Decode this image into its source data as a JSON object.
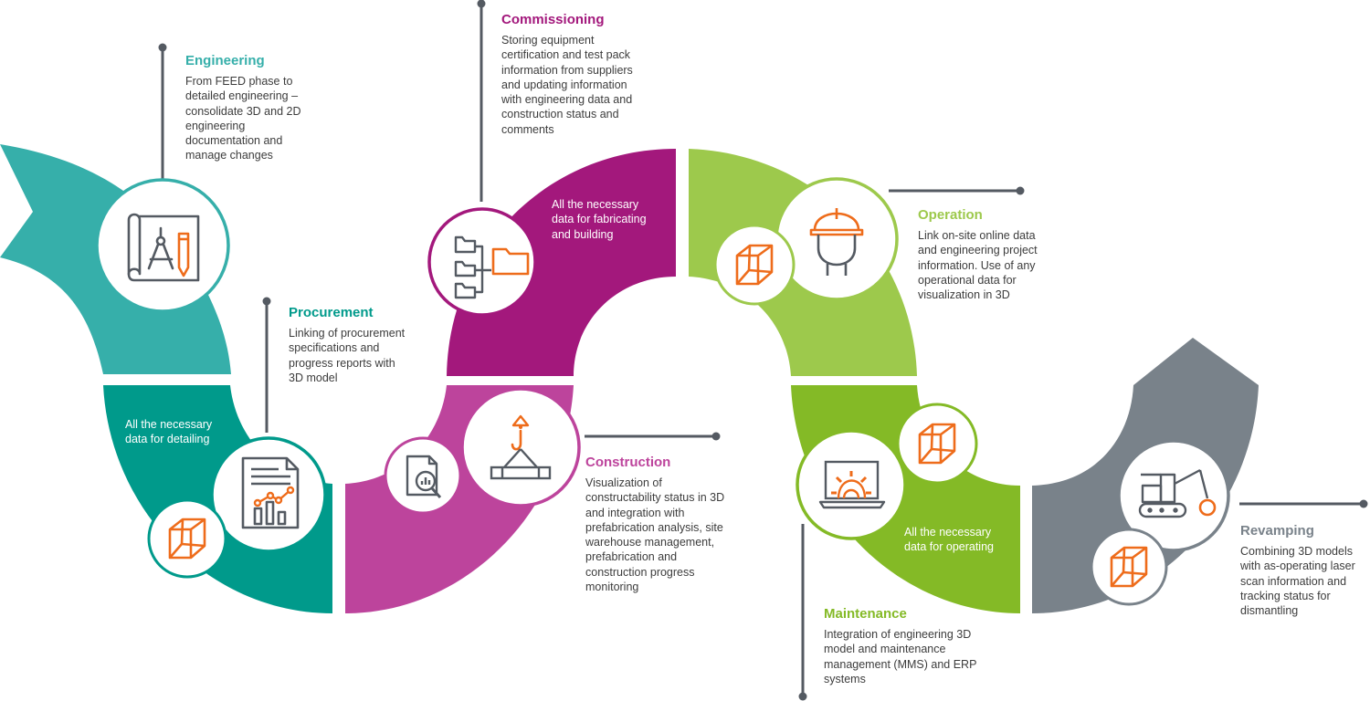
{
  "colors": {
    "teal_light": "#36AFAA",
    "teal_dark": "#009A8B",
    "magenta_dark": "#A3187C",
    "magenta_light": "#BD449C",
    "green_light": "#9DC94C",
    "green_dark": "#84BA26",
    "gray": "#79828A",
    "orange": "#EE6C1B",
    "icon_gray": "#545A62",
    "connector": "#545A62"
  },
  "stages": {
    "engineering": {
      "title": "Engineering",
      "lines": [
        "From FEED phase to",
        "detailed engineering –",
        "consolidate 3D and 2D",
        "engineering",
        "documentation and",
        "manage changes"
      ]
    },
    "procurement": {
      "title": "Procurement",
      "lines": [
        "Linking of procurement",
        "specifications and",
        "progress reports with",
        "3D model"
      ]
    },
    "commissioning": {
      "title": "Commissioning",
      "lines": [
        "Storing equipment",
        "certification and test pack",
        "information from suppliers",
        "and updating information",
        "with engineering data and",
        "construction status and",
        "comments"
      ]
    },
    "construction": {
      "title": "Construction",
      "lines": [
        "Visualization of",
        "constructability status in 3D",
        "and integration with",
        "prefabrication analysis, site",
        "warehouse management,",
        "prefabrication and",
        "construction progress",
        "monitoring"
      ]
    },
    "operation": {
      "title": "Operation",
      "lines": [
        "Link on-site online data",
        "and engineering project",
        "information. Use of any",
        "operational data for",
        "visualization in 3D"
      ]
    },
    "maintenance": {
      "title": "Maintenance",
      "lines": [
        "Integration of engineering 3D",
        "model and maintenance",
        "management (MMS) and ERP",
        "systems"
      ]
    },
    "revamping": {
      "title": "Revamping",
      "lines": [
        "Combining 3D models",
        "with as-operating laser",
        "scan information and",
        "tracking status for",
        "dismantling"
      ]
    }
  },
  "band_labels": {
    "detailing": [
      "All the necessary",
      "data for detailing"
    ],
    "fabricating": [
      "All the necessary",
      "data for fabricating",
      "and building"
    ],
    "operating": [
      "All the necessary",
      "data for operating"
    ]
  },
  "icons": [
    "blueprint-compass-icon",
    "report-chart-icon",
    "folder-tree-icon",
    "document-search-icon",
    "crane-hook-icon",
    "worker-helmet-icon",
    "laptop-gear-icon",
    "excavator-wrecking-ball-icon",
    "3d-box-icon"
  ]
}
